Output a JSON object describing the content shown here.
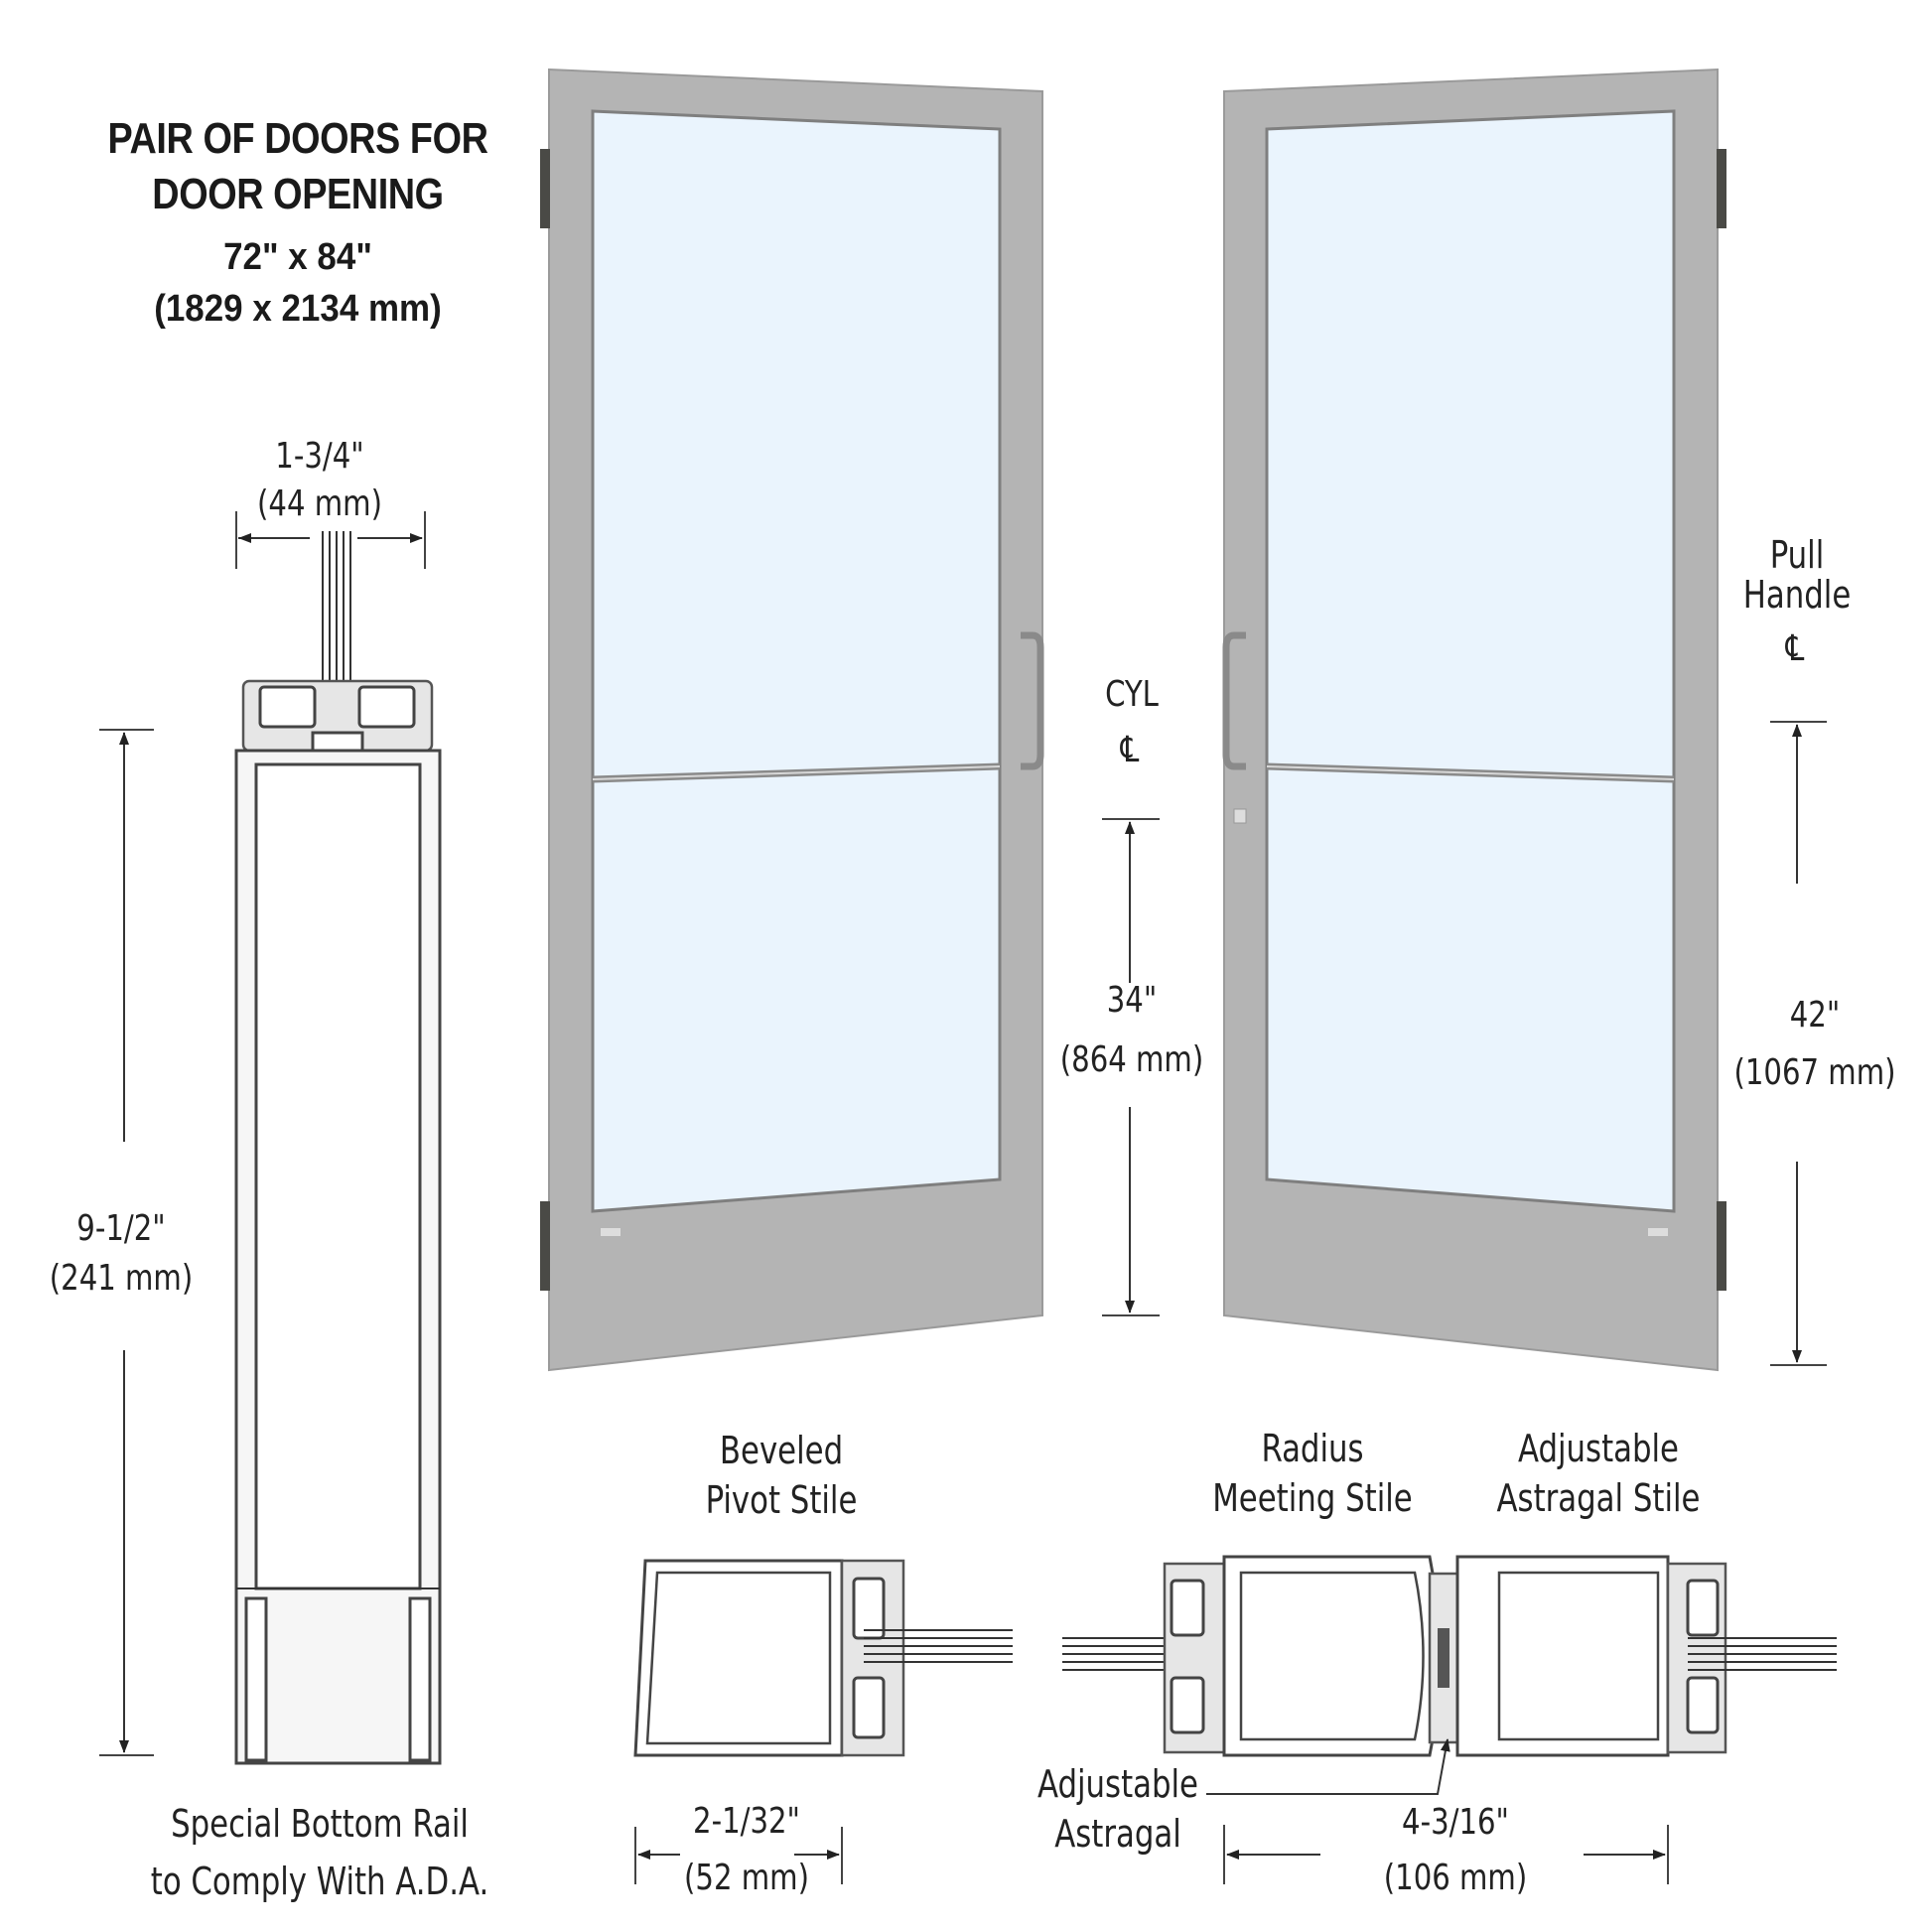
{
  "title": {
    "line1": "PAIR OF DOORS FOR",
    "line2": "DOOR OPENING",
    "size_in": "72\" x 84\"",
    "size_mm": "(1829 x 2134 mm)"
  },
  "bottom_rail": {
    "width_in": "1-3/4\"",
    "width_mm": "(44 mm)",
    "height_in": "9-1/2\"",
    "height_mm": "(241 mm)",
    "caption_line1": "Special Bottom Rail",
    "caption_line2": "to Comply With A.D.A."
  },
  "cylinder": {
    "label": "CYL",
    "centerline": "℄",
    "height_in": "34\"",
    "height_mm": "(864 mm)"
  },
  "pull_handle": {
    "line1": "Pull",
    "line2": "Handle",
    "centerline": "℄",
    "height_in": "42\"",
    "height_mm": "(1067 mm)"
  },
  "pivot_stile": {
    "line1": "Beveled",
    "line2": "Pivot Stile",
    "width_in": "2-1/32\"",
    "width_mm": "(52 mm)"
  },
  "meeting_stile": {
    "line1": "Radius",
    "line2": "Meeting Stile"
  },
  "astragal_stile": {
    "line1": "Adjustable",
    "line2": "Astragal Stile"
  },
  "astragal": {
    "line1": "Adjustable",
    "line2": "Astragal"
  },
  "meeting_width": {
    "width_in": "4-3/16\"",
    "width_mm": "(106 mm)"
  },
  "colors": {
    "frame": "#b4b4b4",
    "glass": "#eaf4fd",
    "hinge": "#4a4a46"
  }
}
